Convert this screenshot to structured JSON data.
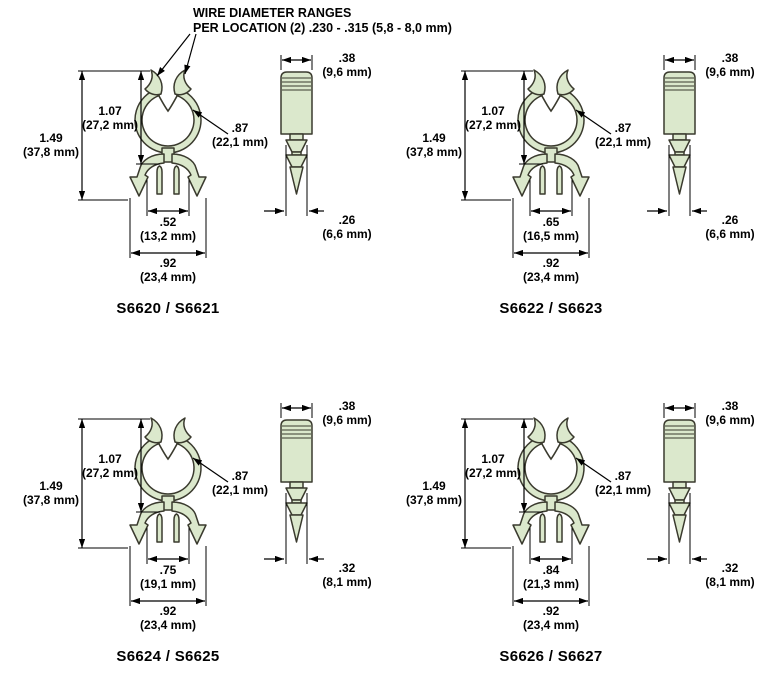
{
  "annotation": {
    "line1": "WIRE DIAMETER RANGES",
    "line2": "PER LOCATION (2) .230 - .315 (5,8 - 8,0 mm)"
  },
  "colors": {
    "part_fill": "#dbe8cc",
    "outline": "#3a3a2e",
    "dim_color": "#000000"
  },
  "panels": [
    {
      "part_number": "S6620 / S6621",
      "overall_height": {
        "in": "1.49",
        "mm": "(37,8 mm)"
      },
      "clip_height": {
        "in": "1.07",
        "mm": "(27,2 mm)"
      },
      "clip_diameter": {
        "in": ".87",
        "mm": "(22,1 mm)"
      },
      "inner_width": {
        "in": ".52",
        "mm": "(13,2 mm)"
      },
      "base_width": {
        "in": ".92",
        "mm": "(23,4 mm)"
      },
      "side_width": {
        "in": ".38",
        "mm": "(9,6 mm)"
      },
      "pin_width": {
        "in": ".26",
        "mm": "(6,6 mm)"
      }
    },
    {
      "part_number": "S6622 / S6623",
      "overall_height": {
        "in": "1.49",
        "mm": "(37,8 mm)"
      },
      "clip_height": {
        "in": "1.07",
        "mm": "(27,2 mm)"
      },
      "clip_diameter": {
        "in": ".87",
        "mm": "(22,1 mm)"
      },
      "inner_width": {
        "in": ".65",
        "mm": "(16,5 mm)"
      },
      "base_width": {
        "in": ".92",
        "mm": "(23,4 mm)"
      },
      "side_width": {
        "in": ".38",
        "mm": "(9,6 mm)"
      },
      "pin_width": {
        "in": ".26",
        "mm": "(6,6 mm)"
      }
    },
    {
      "part_number": "S6624 / S6625",
      "overall_height": {
        "in": "1.49",
        "mm": "(37,8 mm)"
      },
      "clip_height": {
        "in": "1.07",
        "mm": "(27,2 mm)"
      },
      "clip_diameter": {
        "in": ".87",
        "mm": "(22,1 mm)"
      },
      "inner_width": {
        "in": ".75",
        "mm": "(19,1 mm)"
      },
      "base_width": {
        "in": ".92",
        "mm": "(23,4 mm)"
      },
      "side_width": {
        "in": ".38",
        "mm": "(9,6 mm)"
      },
      "pin_width": {
        "in": ".32",
        "mm": "(8,1 mm)"
      }
    },
    {
      "part_number": "S6626 / S6627",
      "overall_height": {
        "in": "1.49",
        "mm": "(37,8 mm)"
      },
      "clip_height": {
        "in": "1.07",
        "mm": "(27,2 mm)"
      },
      "clip_diameter": {
        "in": ".87",
        "mm": "(22,1 mm)"
      },
      "inner_width": {
        "in": ".84",
        "mm": "(21,3 mm)"
      },
      "base_width": {
        "in": ".92",
        "mm": "(23,4 mm)"
      },
      "side_width": {
        "in": ".38",
        "mm": "(9,6 mm)"
      },
      "pin_width": {
        "in": ".32",
        "mm": "(8,1 mm)"
      }
    }
  ]
}
